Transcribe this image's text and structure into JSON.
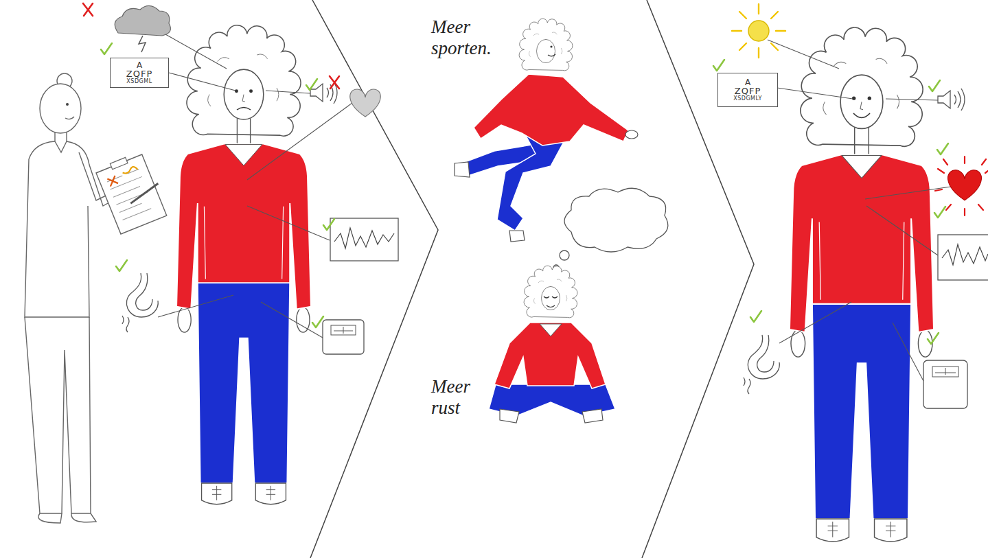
{
  "diagram": {
    "nodes": [
      {
        "text": [
          "A",
          "ZQFP",
          "XSDGML"
        ]
      },
      {
        "text": [
          "A",
          "ZQFP",
          "XSDGMLY"
        ]
      }
    ],
    "labels": [
      "Meer sporten.",
      "Meer rust"
    ]
  }
}
